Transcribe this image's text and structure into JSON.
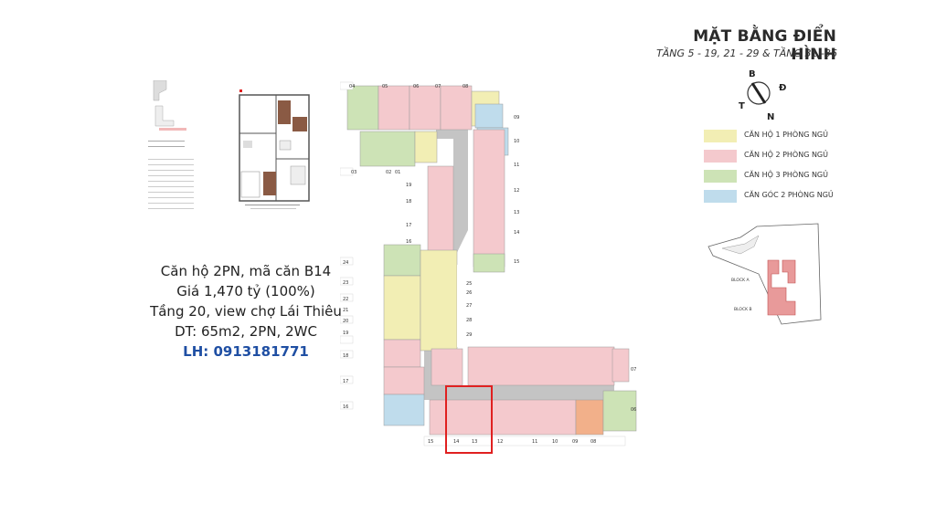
{
  "header": {
    "title": "MẶT BẰNG ĐIỂN HÌNH",
    "subtitle": "TẦNG 5 - 19, 21 - 29 & TẦNG 31 -36"
  },
  "compass": {
    "B": "B",
    "D": "Đ",
    "T": "T",
    "N": "N"
  },
  "legend": [
    {
      "label": "CĂN HỘ 1 PHÒNG NGỦ",
      "color": "#f2eeb4"
    },
    {
      "label": "CĂN HỘ 2 PHÒNG NGỦ",
      "color": "#f4c9cd"
    },
    {
      "label": "CĂN HỘ 3 PHÒNG NGỦ",
      "color": "#cde3b6"
    },
    {
      "label": "CĂN GÓC 2 PHÒNG NGỦ",
      "color": "#bfdcec"
    }
  ],
  "listing": {
    "line1": "Căn hộ 2PN, mã căn B14",
    "line2": "Giá 1,470 tỷ (100%)",
    "line3": "Tầng 20, view chợ Lái Thiêu",
    "line4": "DT: 65m2, 2PN, 2WC",
    "contact": "LH: 0913181771"
  },
  "sitemap": {
    "block_a": "BLOCK A",
    "block_b": "BLOCK B"
  },
  "plan_units": {
    "top_row": [
      "04",
      "05",
      "06",
      "07",
      "08"
    ],
    "right_top": [
      "09",
      "10",
      "11",
      "12",
      "13",
      "14",
      "15"
    ],
    "left_upper": [
      "03",
      "02",
      "01"
    ],
    "center_upper": [
      "19",
      "18",
      "17",
      "16"
    ],
    "left_middle": [
      "24",
      "23",
      "22",
      "21",
      "20",
      "19",
      "18",
      "17",
      "16"
    ],
    "center_middle": [
      "25",
      "26",
      "27",
      "28",
      "29"
    ],
    "bottom_row": [
      "15",
      "14",
      "13",
      "12",
      "11",
      "10",
      "09",
      "08"
    ],
    "right_bottom": [
      "07",
      "06"
    ]
  },
  "colors": {
    "highlight": "#e02020",
    "contact": "#1f4fa3",
    "corridor": "#b9b9b9",
    "orange": "#f2b08a"
  }
}
